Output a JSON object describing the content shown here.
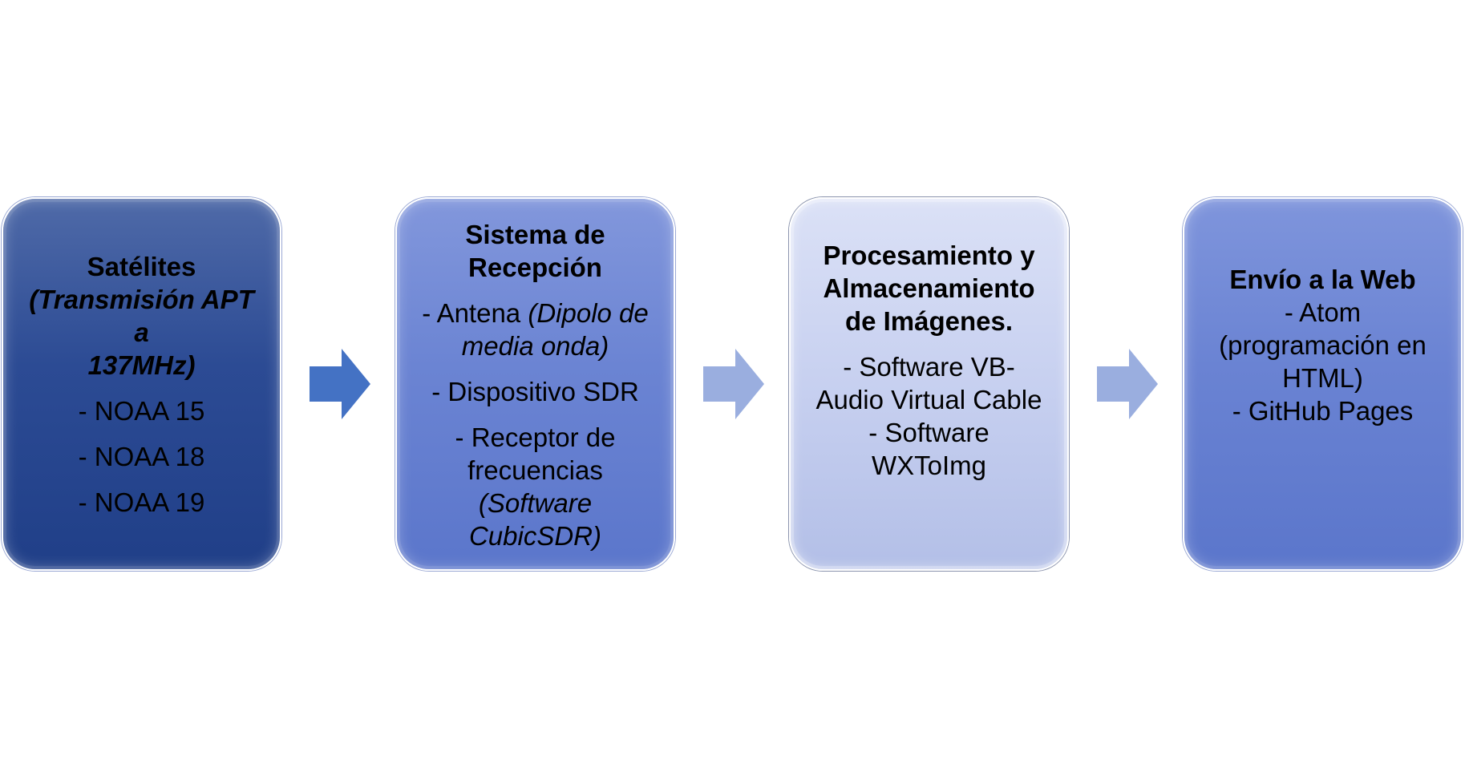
{
  "colors": {
    "box1": "#2c4b94",
    "box2": "#6b84d3",
    "box3": "#c7d0f0",
    "box4": "#6a83d3",
    "arrow1": "#4472c4",
    "arrow_light": "#9aaedf"
  },
  "boxes": [
    {
      "title": "Satélites",
      "subtitle_lines": [
        "(Transmisión APT a",
        "137MHz)"
      ],
      "items": [
        "- NOAA 15",
        "- NOAA 18",
        "- NOAA 19"
      ]
    },
    {
      "title_lines": [
        "Sistema de",
        "Recepción"
      ],
      "item1_prefix": "- Antena ",
      "item1_italic": "(Dipolo de",
      "item1_italic_2": "media onda)",
      "item2": "- Dispositivo SDR",
      "item3_lines": [
        "- Receptor de",
        "frecuencias"
      ],
      "item3_italic_lines": [
        "(Software",
        "CubicSDR)"
      ]
    },
    {
      "title_lines": [
        "Procesamiento y",
        "Almacenamiento",
        "de Imágenes."
      ],
      "item1_lines": [
        "- Software VB-",
        "Audio Virtual Cable"
      ],
      "item2_lines": [
        "- Software",
        "WXToImg"
      ]
    },
    {
      "title": "Envío a la Web",
      "item1_lines": [
        "- Atom",
        "(programación en",
        "HTML)"
      ],
      "item2": "- GitHub Pages"
    }
  ]
}
